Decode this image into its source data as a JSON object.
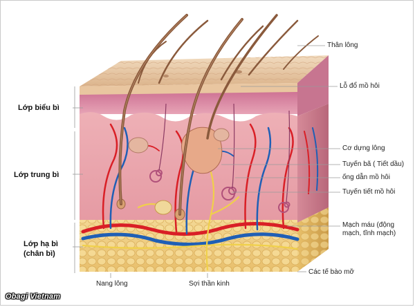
{
  "left_labels": {
    "epidermis": "Lớp biểu bì",
    "dermis": "Lớp trung bì",
    "hypodermis_line1": "Lớp hạ bì",
    "hypodermis_line2": "(chân bì)"
  },
  "right_labels": {
    "hair_shaft": "Thân lông",
    "sweat_pore": "Lỗ đổ mồ hôi",
    "arrector_pili": "Cơ dựng lông",
    "sebaceous_gland": "Tuyến bã ( Tiết dầu)",
    "sweat_duct": "ống dẫn mồ hôi",
    "sweat_gland": "Tuyến tiết mồ hôi",
    "blood_vessels_line1": "Mạch máu (động",
    "blood_vessels_line2": "mạch, tĩnh mạch)",
    "fat_cells": "Các tế bào mỡ"
  },
  "bottom_labels": {
    "hair_follicle": "Nang lông",
    "nerve_fiber": "Sợi thần kinh"
  },
  "watermark": "Obagi Vietnam",
  "colors": {
    "epidermis_top": "#e8c9a4",
    "epidermis_pink": "#d98aa6",
    "dermis": "#e9a3ae",
    "hypodermis": "#f1cf82",
    "artery": "#d91f26",
    "vein": "#1f5fb5",
    "hair": "#8a5a3c",
    "nerve": "#f0d04a"
  }
}
